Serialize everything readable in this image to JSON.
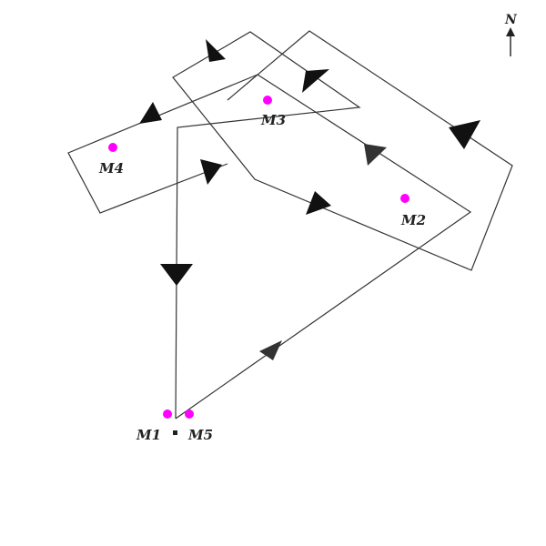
{
  "compass": {
    "north_label": "N"
  },
  "markers": [
    {
      "id": "m1",
      "label": "M1"
    },
    {
      "id": "m2",
      "label": "M2"
    },
    {
      "id": "m3",
      "label": "M3"
    },
    {
      "id": "m4",
      "label": "M4"
    },
    {
      "id": "m5",
      "label": "M5"
    }
  ],
  "colors": {
    "marker": "#ff00ff",
    "line": "#333333",
    "arrow": "#111111",
    "background": "#ffffff"
  }
}
